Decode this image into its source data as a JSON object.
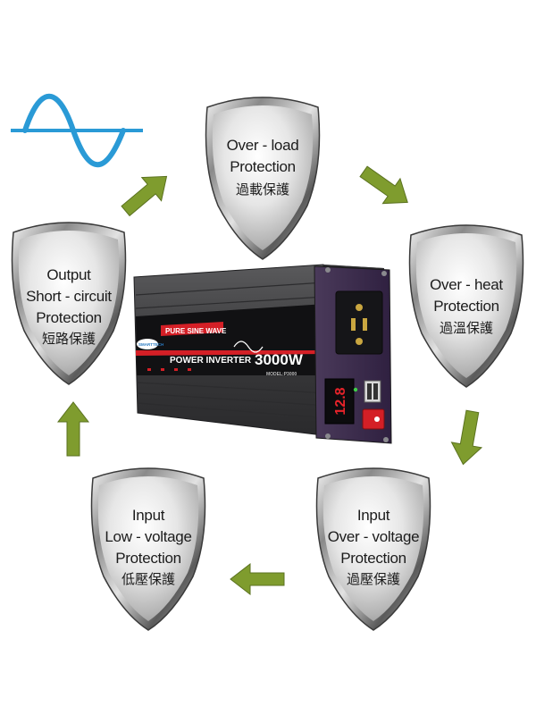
{
  "colors": {
    "arrow": "#7f9c2e",
    "wave": "#2a9ad6",
    "device_body": "#3a3a3c",
    "panel": "#3b2a4a",
    "accent_red": "#d41f26",
    "display": "#e8232a"
  },
  "shields": [
    {
      "id": "overload",
      "lines": [
        "Over - load",
        "Protection"
      ],
      "cjk": "過載保護"
    },
    {
      "id": "overheat",
      "lines": [
        "Over - heat",
        "Protection"
      ],
      "cjk": "過溫保護"
    },
    {
      "id": "overvoltage",
      "lines": [
        "Input",
        "Over - voltage",
        "Protection"
      ],
      "cjk": "過壓保護"
    },
    {
      "id": "lowvoltage",
      "lines": [
        "Input",
        "Low - voltage",
        "Protection"
      ],
      "cjk": "低壓保護"
    },
    {
      "id": "shortcircuit",
      "lines": [
        "Output",
        "Short - circuit",
        "Protection"
      ],
      "cjk": "短路保護"
    }
  ],
  "device": {
    "label_top": "PURE SINE WAVE",
    "label_main": "POWER INVERTER",
    "power": "3000W",
    "model": "MODEL:P3000",
    "display": "12.8",
    "brand": "SMARTTECH"
  },
  "icons": [
    "sine-wave-icon",
    "cycle-arrow-icon",
    "ac-socket-icon",
    "usb-port-icon",
    "power-switch-icon"
  ]
}
